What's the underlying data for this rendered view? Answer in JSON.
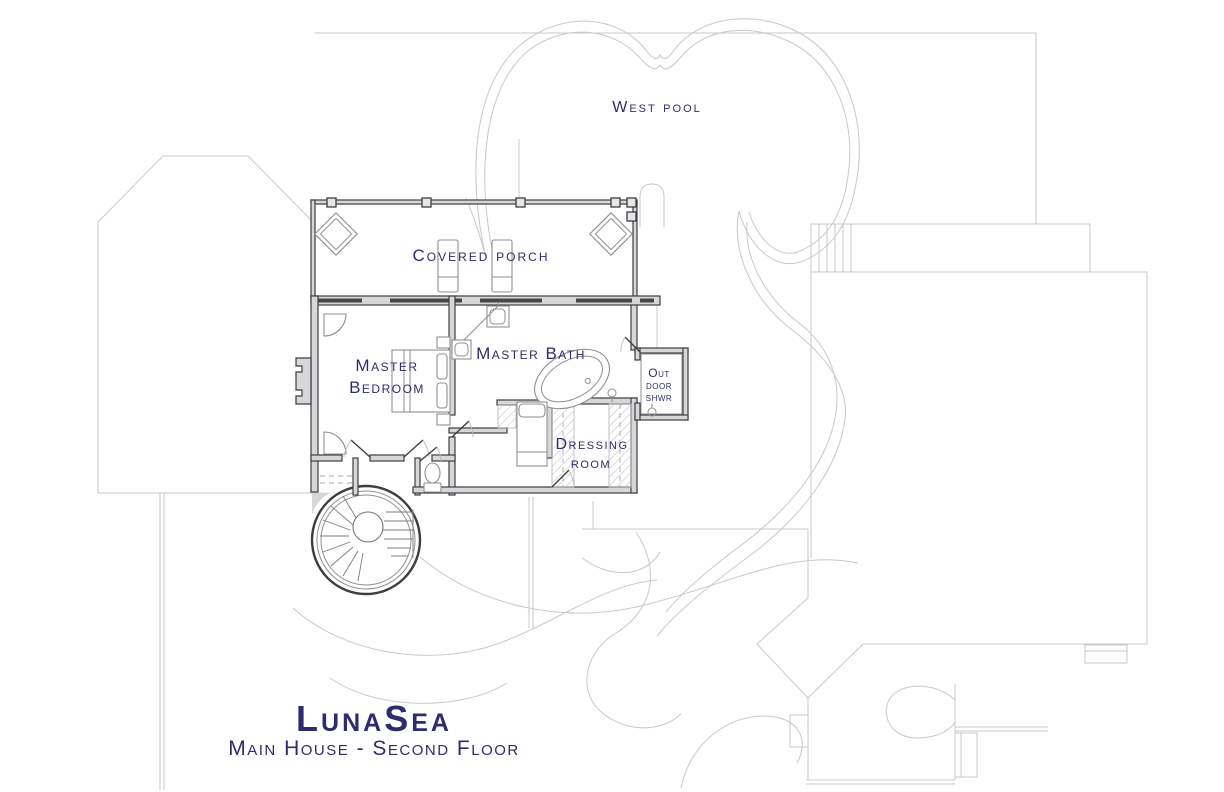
{
  "drawing": {
    "title": "LunaSea",
    "subtitle": "Main House - Second Floor"
  },
  "rooms": {
    "west_pool": {
      "label": "West pool"
    },
    "covered_porch": {
      "label": "Covered porch"
    },
    "master_bedroom": {
      "label": "Master Bedroom",
      "lines": [
        "Master",
        "Bedroom"
      ]
    },
    "master_bath": {
      "label": "Master Bath"
    },
    "dressing_room": {
      "label": "Dressing room",
      "lines": [
        "Dressing",
        "room"
      ]
    },
    "outdoor_shower": {
      "label": "Out door shwr",
      "lines": [
        "Out",
        "door",
        "shwr"
      ]
    }
  },
  "symbols": {
    "spiral_staircase": "radial-tread circle",
    "bed": "rectangle with pillows",
    "bathtub": "rotated oval",
    "sink": "square with rounded basin",
    "toilet": "bowl and tank",
    "lounge_chair": "slatted rectangle",
    "planter": "nested rotated squares",
    "pool": "double-outline freeform",
    "closet": "diagonal hatch with dashed rod"
  },
  "colors": {
    "ink": "#2e2c6d",
    "wall-stroke": "#3e3e42",
    "wall-fill": "#d7d7da",
    "window-fill": "#47474b",
    "light-line": "#c9c9cc",
    "furniture-line": "#8f8f94",
    "door-arc": "#bcbcc0",
    "background": "#ffffff"
  }
}
